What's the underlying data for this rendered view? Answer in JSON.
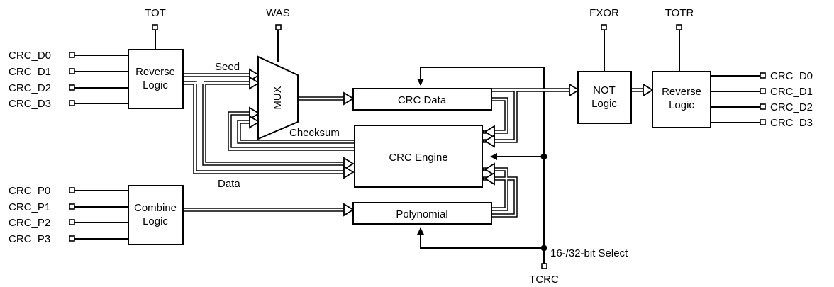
{
  "inputs_left_data": [
    "CRC_D0",
    "CRC_D1",
    "CRC_D2",
    "CRC_D3"
  ],
  "inputs_left_poly": [
    "CRC_P0",
    "CRC_P1",
    "CRC_P2",
    "CRC_P3"
  ],
  "outputs_right": [
    "CRC_D0",
    "CRC_D1",
    "CRC_D2",
    "CRC_D3"
  ],
  "signals": {
    "tot": "TOT",
    "was": "WAS",
    "fxor": "FXOR",
    "totr": "TOTR",
    "tcrc": "TCRC",
    "select": "16-/32-bit Select"
  },
  "blocks": {
    "reverse_in": [
      "Reverse",
      "Logic"
    ],
    "combine": [
      "Combine",
      "Logic"
    ],
    "mux": "MUX",
    "crc_data": "CRC Data",
    "crc_engine": "CRC Engine",
    "polynomial": "Polynomial",
    "not_logic": [
      "NOT",
      "Logic"
    ],
    "reverse_out": [
      "Reverse",
      "Logic"
    ]
  },
  "bus_labels": {
    "seed": "Seed",
    "checksum": "Checksum",
    "data": "Data"
  }
}
